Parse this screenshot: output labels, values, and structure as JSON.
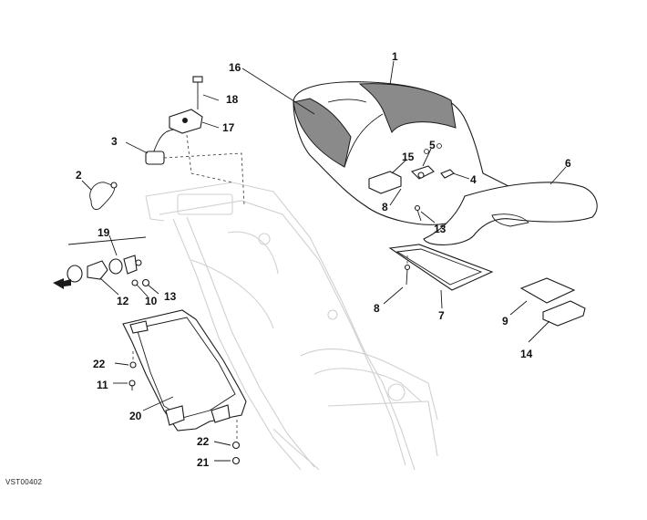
{
  "diagram": {
    "caption": "VST00402",
    "callouts": {
      "c1": "1",
      "c2": "2",
      "c3": "3",
      "c4": "4",
      "c5": "5",
      "c6": "6",
      "c7": "7",
      "c8a": "8",
      "c8b": "8",
      "c9": "9",
      "c10": "10",
      "c11": "11",
      "c12": "12",
      "c13a": "13",
      "c13b": "13",
      "c14": "14",
      "c15": "15",
      "c16": "16",
      "c17": "17",
      "c18": "18",
      "c19": "19",
      "c20": "20",
      "c21": "21",
      "c22a": "22",
      "c22b": "22"
    },
    "colors": {
      "line": "#1a1a1a",
      "ghost_frame": "#d0d0d0",
      "seat_shade": "#8a8a8a"
    },
    "icons": [
      "direction-arrow-icon"
    ]
  }
}
